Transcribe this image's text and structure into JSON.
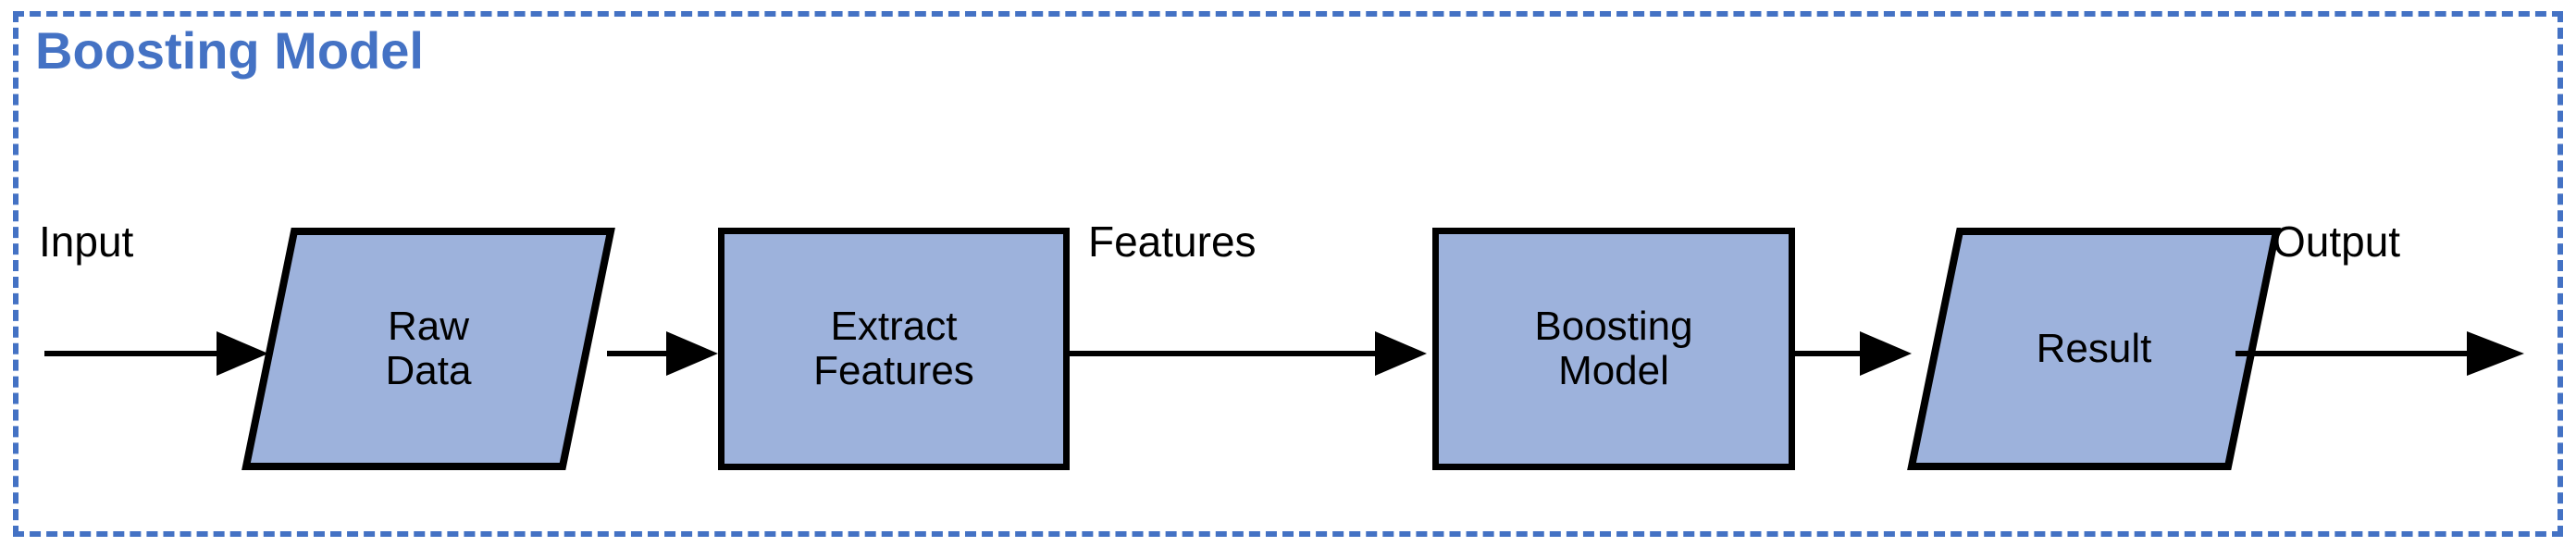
{
  "diagram": {
    "type": "flowchart",
    "title": "Boosting Model",
    "accent_color": "#4472C4",
    "node_fill_color": "#9DB2DC",
    "node_stroke_color": "#000000",
    "border_style": "dashed",
    "nodes": [
      {
        "id": "raw-data",
        "label": "Raw\nData",
        "shape": "parallelogram"
      },
      {
        "id": "extract-features",
        "label": "Extract\nFeatures",
        "shape": "rectangle"
      },
      {
        "id": "boosting-model",
        "label": "Boosting\nModel",
        "shape": "rectangle"
      },
      {
        "id": "result",
        "label": "Result",
        "shape": "parallelogram"
      }
    ],
    "edge_labels": {
      "input": "Input",
      "features": "Features",
      "output": "Output"
    },
    "flow_sequence": "Input → Raw Data → Extract Features → Features → Boosting Model → Result → Output"
  }
}
